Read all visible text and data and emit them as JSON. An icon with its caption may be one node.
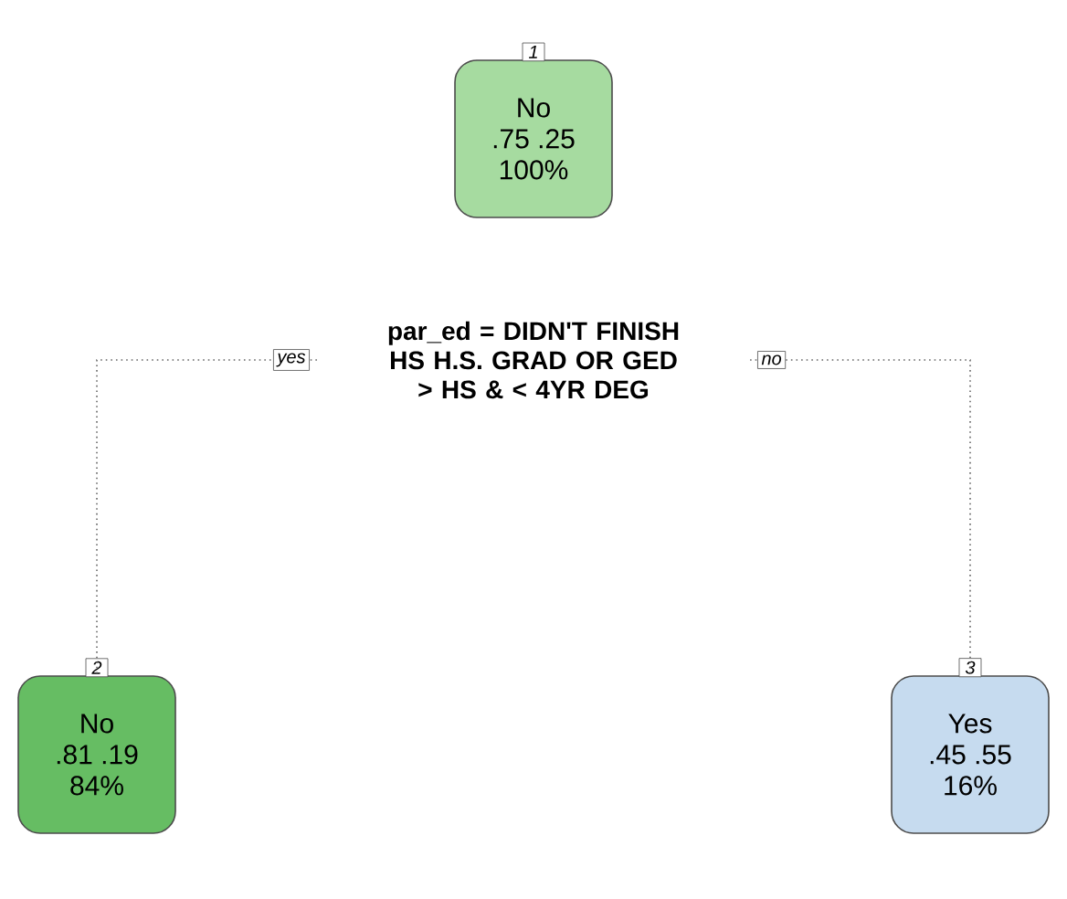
{
  "diagram": {
    "nodes": [
      {
        "text": [
          "No",
          ".75  .25",
          "100%"
        ],
        "beside": [
          "1"
        ]
      },
      {
        "text": [
          "par_ed = DIDN'T FINISH HS H.S. GRAD OR GED > HS & < 4YR DEG"
        ]
      },
      {
        "text": [
          "No",
          ".81  .19",
          "84%"
        ],
        "beside": [
          "2"
        ]
      },
      {
        "text": [
          "Yes",
          ".45  .55",
          "16%"
        ],
        "beside": [
          "3"
        ]
      }
    ],
    "edges": [
      {
        "from": 1,
        "to": 2,
        "arrow": "none",
        "label": "yes",
        "style": "dashed"
      },
      {
        "from": 1,
        "to": 3,
        "arrow": "none",
        "label": "no",
        "style": "dashed"
      }
    ]
  }
}
